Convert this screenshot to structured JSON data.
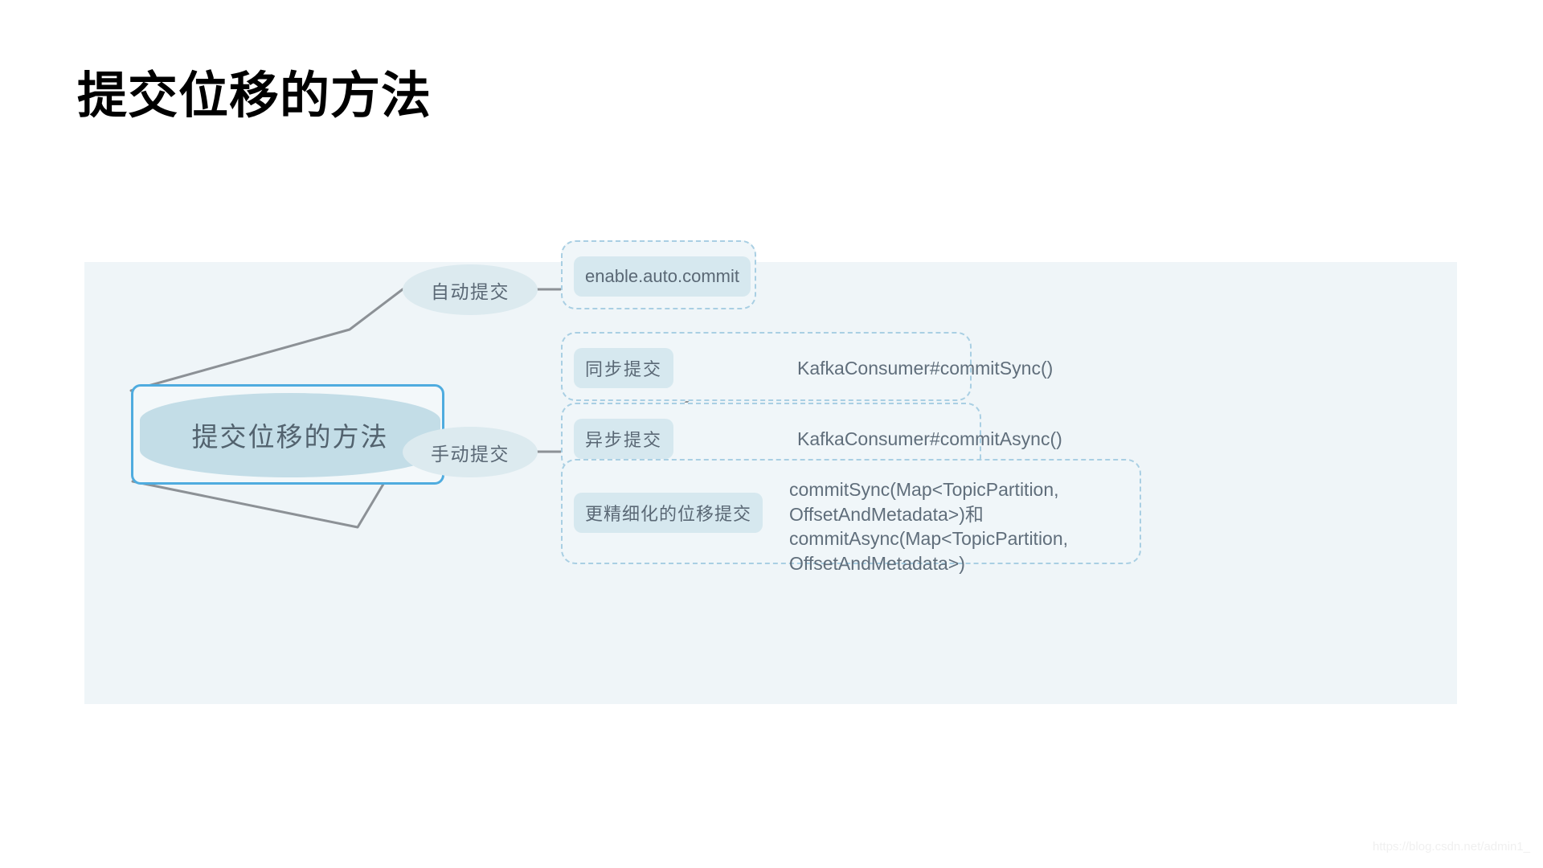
{
  "slide": {
    "title": "提交位移的方法",
    "watermark": "https://blog.csdn.net/admin1_",
    "colors": {
      "canvas_background": "#eff5f8",
      "root_border": "#4facdf",
      "root_lens_fill": "#c3dde7",
      "pill_fill": "#dceaef",
      "leaf_pill_fill": "#d6e8ef",
      "dashed_border": "#a9cfe3",
      "connector_line": "#8c9196",
      "text_primary": "#52626e",
      "text_secondary": "#606e7b"
    }
  },
  "mindmap": {
    "root": {
      "label": "提交位移的方法"
    },
    "branches": [
      {
        "id": "auto",
        "label": "自动提交",
        "leaves": [
          {
            "id": "enable",
            "label": "enable.auto.commit",
            "value": ""
          }
        ]
      },
      {
        "id": "manual",
        "label": "手动提交",
        "leaves": [
          {
            "id": "sync",
            "label": "同步提交",
            "value": "KafkaConsumer#commitSync()"
          },
          {
            "id": "async",
            "label": "异步提交",
            "value": "KafkaConsumer#commitAsync()"
          },
          {
            "id": "fine",
            "label": "更精细化的位移提交",
            "value": "commitSync(Map<TopicPartition, OffsetAndMetadata>)和commitAsync(Map<TopicPartition, OffsetAndMetadata>)"
          }
        ]
      }
    ]
  }
}
